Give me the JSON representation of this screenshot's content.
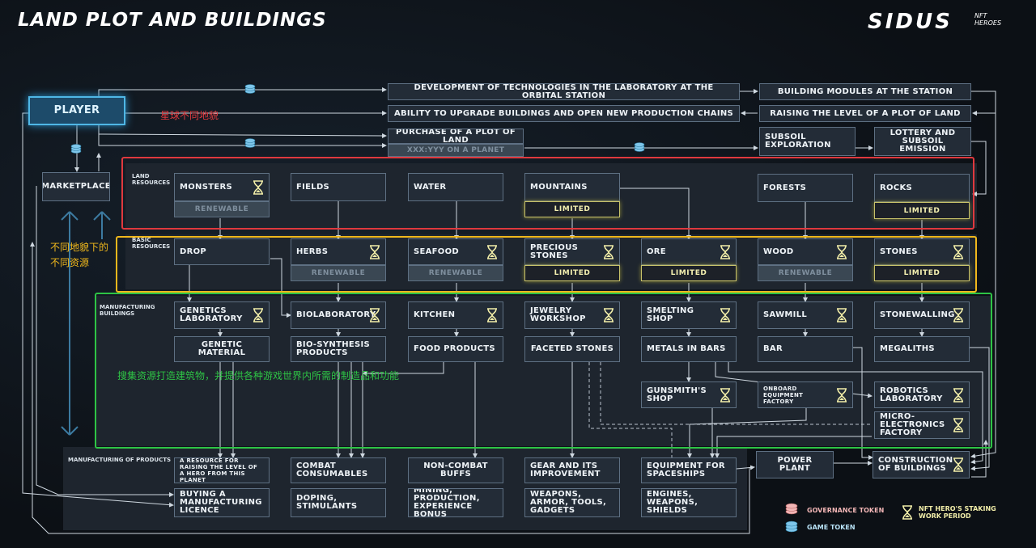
{
  "header": {
    "title": "LAND PLOT AND BUILDINGS",
    "logo_text": "SIDUS",
    "logo_sub_1": "NFT",
    "logo_sub_2": "HEROES"
  },
  "colors": {
    "panel_red": "#e0393e",
    "panel_yellow": "#f0b81c",
    "panel_green": "#2ec445",
    "limited": "#c8c26a",
    "player_border": "#4fb7e6",
    "note_red": "#e0393e",
    "note_yellow": "#f0b81c",
    "note_green": "#2ec445"
  },
  "top": {
    "player": "PLAYER",
    "marketplace": "MARKETPLACE",
    "development": "DEVELOPMENT OF TECHNOLOGIES IN THE LABORATORY AT THE ORBITAL STATION",
    "building_modules": "BUILDING MODULES AT THE STATION",
    "ability": "ABILITY TO UPGRADE BUILDINGS AND OPEN NEW PRODUCTION CHAINS",
    "raising": "RAISING THE LEVEL OF A PLOT OF LAND",
    "purchase": "PURCHASE OF A PLOT OF LAND",
    "xxx": "XXX:YYY ON A PLANET",
    "subsoil": "SUBSOIL EXPLORATION",
    "lottery": "LOTTERY AND SUBSOIL EMISSION"
  },
  "categories": {
    "land": "LAND RESOURCES",
    "basic": "BASIC RESOURCES",
    "manufacturing_buildings": "MANUFACTURING BUILDINGS",
    "manufacturing_products": "MANUFACTURING   OF PRODUCTS"
  },
  "tags": {
    "renewable": "RENEWABLE",
    "limited": "LIMITED"
  },
  "land": {
    "monsters": "MONSTERS",
    "fields": "FIELDS",
    "water": "WATER",
    "mountains": "MOUNTAINS",
    "forests": "FORESTS",
    "rocks": "ROCKS"
  },
  "basic": {
    "drop": "DROP",
    "herbs": "HERBS",
    "seafood": "SEAFOOD",
    "precious": "PRECIOUS STONES",
    "ore": "ORE",
    "wood": "WOOD",
    "stones": "STONES"
  },
  "buildings": {
    "genetics": "GENETICS LABORATORY",
    "biolab": "BIOLABORATORY",
    "kitchen": "KITCHEN",
    "jewelry": "JEWELRY WORKSHOP",
    "smelting": "SMELTING SHOP",
    "sawmill": "SAWMILL",
    "stonewalling": "STONEWALLING",
    "genetic_material": "GENETIC MATERIAL",
    "bio_synthesis": "BIO-SYNTHESIS PRODUCTS",
    "food": "FOOD PRODUCTS",
    "faceted": "FACETED STONES",
    "metals": "METALS IN BARS",
    "bar": "BAR",
    "megaliths": "MEGALITHS",
    "gunsmith": "GUNSMITH'S SHOP",
    "onboard": "ONBOARD EQUIPMENT FACTORY",
    "robotics": "ROBOTICS LABORATORY",
    "micro": "MICRO-ELECTRONICS FACTORY"
  },
  "products": {
    "resource_raising": "A RESOURCE FOR RAISING THE LEVEL OF A HERO FROM THIS PLANET",
    "buying_licence": "BUYING A MANUFACTURING LICENCE",
    "combat": "COMBAT CONSUMABLES",
    "doping": "DOPING, STIMULANTS",
    "noncombat": "NON-COMBAT BUFFS",
    "mining": "MINING, PRODUCTION, EXPERIENCE BONUS",
    "gear": "GEAR AND ITS IMPROVEMENT",
    "weapons": "WEAPONS, ARMOR, TOOLS, GADGETS",
    "equipment": "EQUIPMENT FOR SPACESHIPS",
    "engines": "ENGINES, WEAPONS, SHIELDS",
    "power": "POWER PLANT",
    "construction": "CONSTRUCTION OF BUILDINGS"
  },
  "notes": {
    "planet_terrain": "星球不同地貌",
    "terrain_resources_1": "不同地貌下的",
    "terrain_resources_2": "不同资源",
    "collect_build": "搜集资源打造建筑物，并提供各种游戏世界内所需的制造品和功能"
  },
  "legend": {
    "governance": "GOVERNANCE TOKEN",
    "game": "GAME TOKEN",
    "staking": "NFT HERO'S STAKING WORK PERIOD"
  }
}
